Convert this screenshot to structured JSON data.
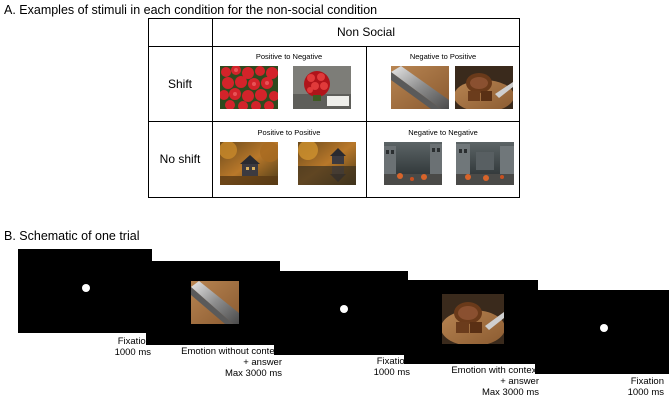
{
  "part_a": {
    "title": "A. Examples of stimuli in each condition for the non-social condition",
    "column_header": "Non Social",
    "rows": [
      {
        "label": "Shift",
        "cells": [
          "Positive to Negative",
          "Negative to Positive"
        ]
      },
      {
        "label": "No shift",
        "cells": [
          "Positive to Positive",
          "Negative to Negative"
        ]
      }
    ]
  },
  "part_b": {
    "title": "B. Schematic of one trial",
    "steps": [
      {
        "lines": [
          "Fixation",
          "1000 ms"
        ]
      },
      {
        "lines": [
          "Emotion without context",
          "+ answer",
          "Max 3000 ms"
        ]
      },
      {
        "lines": [
          "Fixation",
          "1000 ms"
        ]
      },
      {
        "lines": [
          "Emotion with context",
          "+ answer",
          "Max 3000 ms"
        ]
      },
      {
        "lines": [
          "Fixation",
          "1000 ms"
        ]
      }
    ]
  },
  "colors": {
    "screen": "#000000",
    "fixation_dot": "#ffffff",
    "table_lines": "#000000"
  }
}
